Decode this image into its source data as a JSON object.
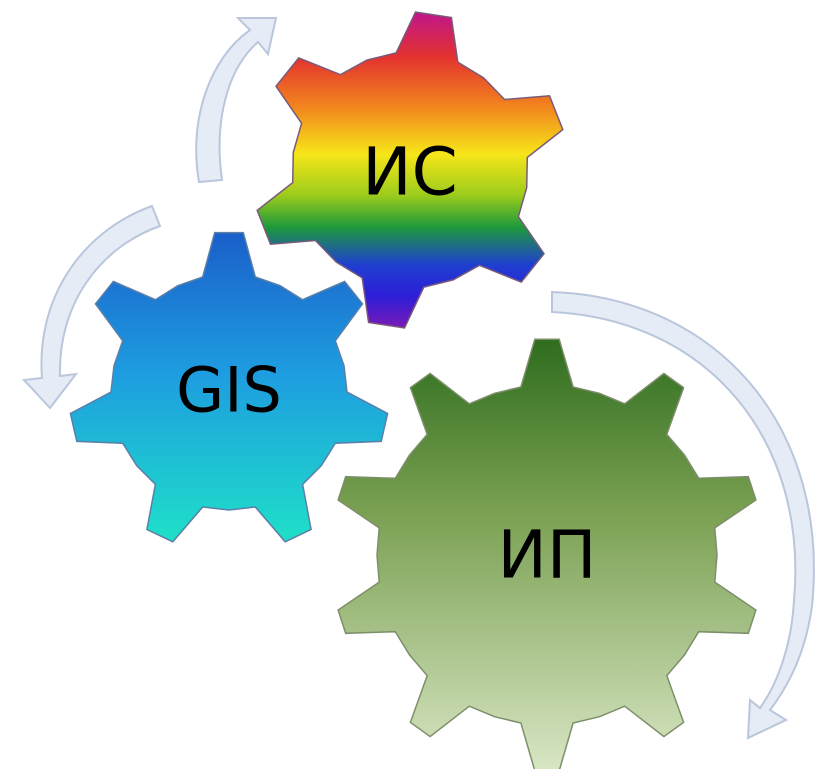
{
  "gears": [
    {
      "id": "gear-is",
      "label": "ИС",
      "fill_style": "rainbow"
    },
    {
      "id": "gear-gis",
      "label": "GIS",
      "fill_style": "blue-to-cyan"
    },
    {
      "id": "gear-ip",
      "label": "ИП",
      "fill_style": "green-to-pale-green"
    }
  ],
  "arrows": [
    {
      "id": "arrow-gis-to-is",
      "direction": "up"
    },
    {
      "id": "arrow-is-to-gis",
      "direction": "down"
    },
    {
      "id": "arrow-ip-cycle",
      "direction": "down"
    }
  ],
  "colors": {
    "arrow_fill": "#e6ecf6",
    "arrow_stroke": "#b9c6dc",
    "gear_stroke": "#8a8a8a",
    "label": "#000000"
  }
}
